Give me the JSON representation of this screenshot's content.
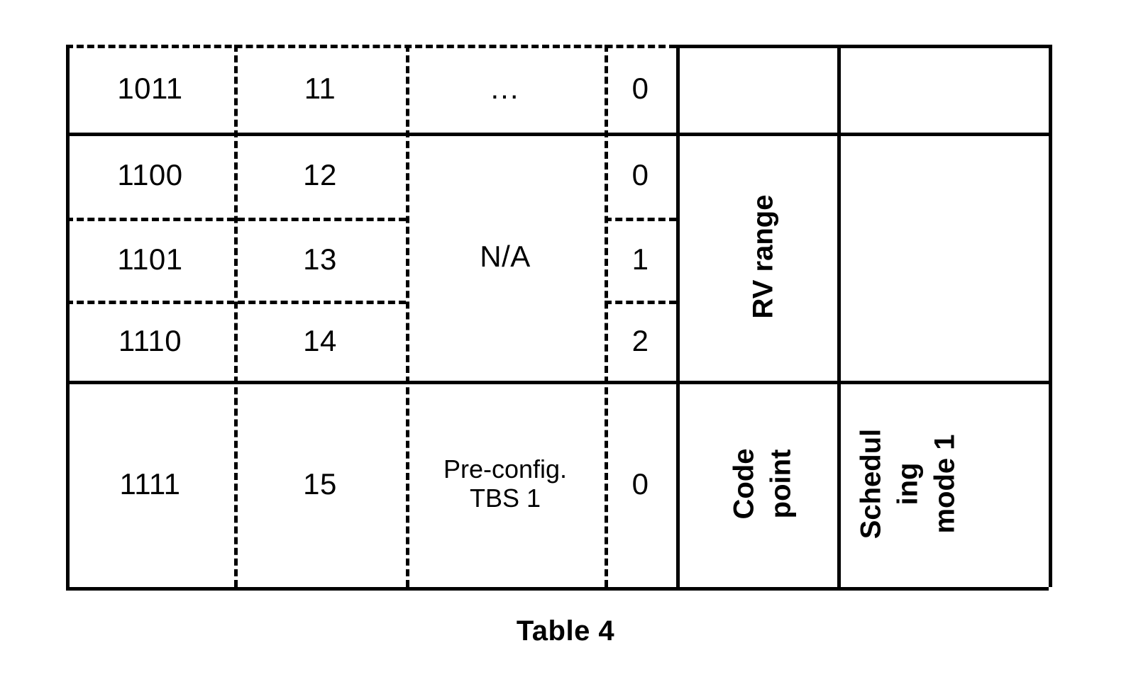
{
  "caption": "Table 4",
  "table": {
    "columns": [
      {
        "name": "binary-code-point",
        "style": "number"
      },
      {
        "name": "decimal-code-point",
        "style": "number"
      },
      {
        "name": "tbs",
        "style": "text"
      },
      {
        "name": "rv",
        "style": "number"
      }
    ],
    "rows": [
      {
        "binary": "1011",
        "decimal": "11",
        "tbs": "...",
        "rv": "0"
      },
      {
        "binary": "1100",
        "decimal": "12",
        "tbs": "N/A",
        "rv": "0"
      },
      {
        "binary": "1101",
        "decimal": "13",
        "tbs": "N/A",
        "rv": "1"
      },
      {
        "binary": "1110",
        "decimal": "14",
        "tbs": "N/A",
        "rv": "2"
      },
      {
        "binary": "1111",
        "decimal": "15",
        "tbs": "Pre-config. TBS 1",
        "rv": "0"
      }
    ],
    "merged_tbs_label": "N/A",
    "row5_tbs_line1": "Pre-config.",
    "row5_tbs_line2": "TBS 1",
    "row1_tbs": "...",
    "headers": {
      "rv_range": "RV range",
      "code_point_line1": "Code",
      "code_point_line2": "point",
      "scheduling_line1": "Schedul",
      "scheduling_line2": "ing",
      "scheduling_line3": "mode 1"
    }
  },
  "colors": {
    "ink": "#000000",
    "paper": "#ffffff"
  }
}
